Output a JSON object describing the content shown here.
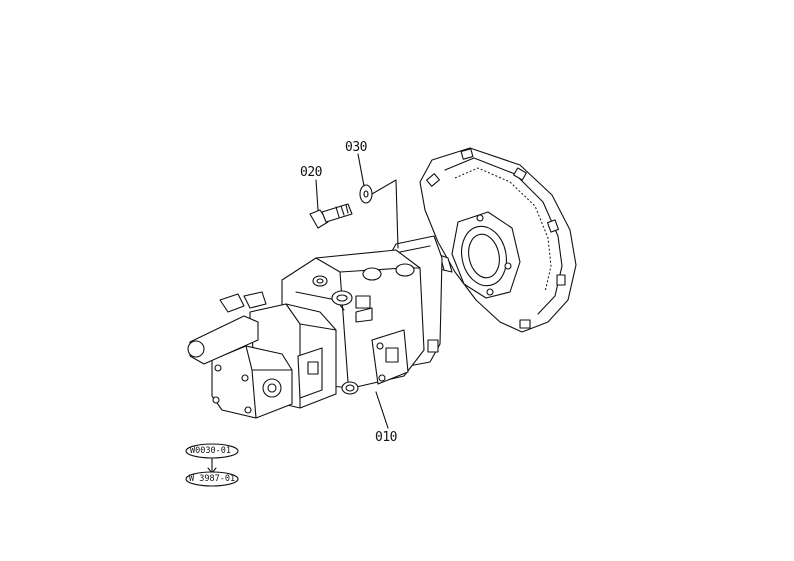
{
  "callouts": {
    "part_010": "010",
    "part_020": "020",
    "part_030": "030"
  },
  "references": {
    "ref_top": "W0030-01",
    "ref_bottom": "W 3987-01"
  }
}
